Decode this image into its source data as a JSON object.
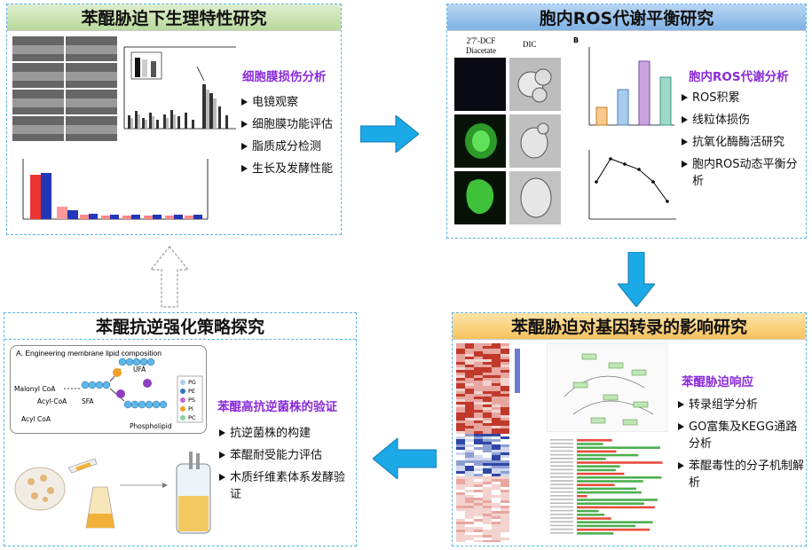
{
  "panels": {
    "tl": {
      "title": "苯醌胁迫下生理特性研究",
      "highlight": "细胞膜损伤分析",
      "items": [
        "电镜观察",
        "细胞膜功能评估",
        "脂质成分检测",
        "生长及发酵性能"
      ]
    },
    "tr": {
      "title": "胞内ROS代谢平衡研究",
      "highlight": "胞内ROS代谢分析",
      "items": [
        "ROS积累",
        "线粒体损伤",
        "抗氧化酶酶活研究",
        "胞内ROS动态平衡分析"
      ],
      "fig_col1": "2'7'-DCF Diacetate",
      "fig_col2": "DIC",
      "fig_panel_b": "B"
    },
    "br": {
      "title": "苯醌胁迫对基因转录的影响研究",
      "highlight": "苯醌胁迫响应",
      "items": [
        "转录组学分析",
        "GO富集及KEGG通路分析",
        "苯醌毒性的分子机制解析"
      ]
    },
    "bl": {
      "title": "苯醌抗逆强化策略探究",
      "highlight": "苯醌高抗逆菌株的验证",
      "items": [
        "抗逆菌株的构建",
        "苯醌耐受能力评估",
        "木质纤维素体系发酵验证"
      ],
      "fig_caption": "A. Engineering membrane lipid composition",
      "lipids": [
        "PG",
        "PE",
        "PS",
        "PI",
        "PC"
      ],
      "pathway": [
        "Malonyl CoA",
        "Acyl-CoA",
        "Acyl CoA",
        "SFA",
        "UFA",
        "Phospholipid"
      ]
    }
  },
  "colors": {
    "arrow": "#1ba9e8",
    "border": "#5ab4e6",
    "highlight": "#8a2bd9"
  }
}
